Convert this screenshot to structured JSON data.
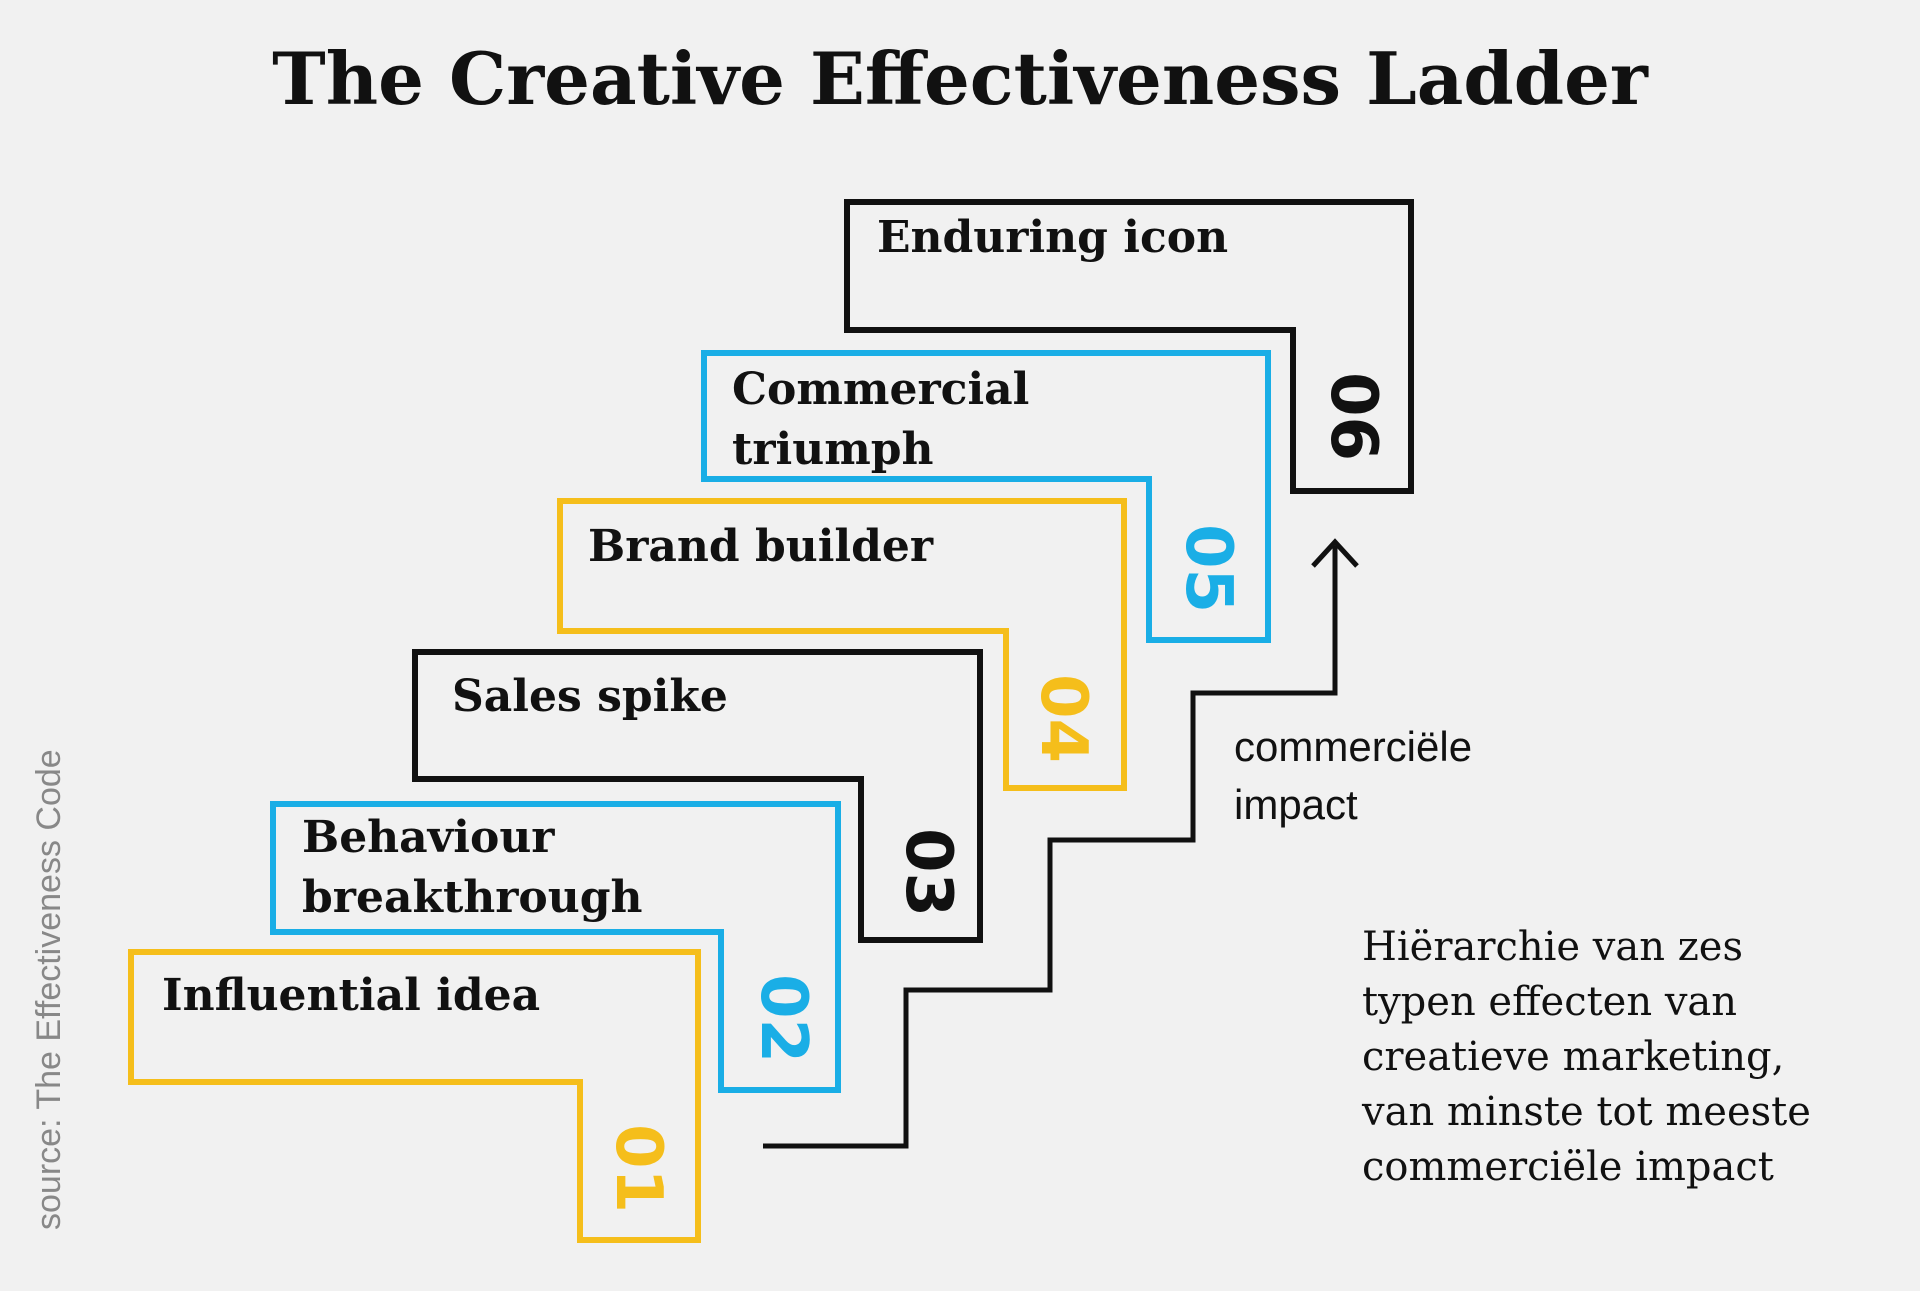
{
  "title": "The Creative Effectiveness Ladder",
  "colors": {
    "yellow": "#f5be1b",
    "blue": "#1aaee6",
    "black": "#111111",
    "background": "#f1f1f1"
  },
  "steps": [
    {
      "number": "01",
      "label": "Influential idea",
      "color": "yellow"
    },
    {
      "number": "02",
      "label": "Behaviour\nbreakthrough",
      "color": "blue"
    },
    {
      "number": "03",
      "label": "Sales spike",
      "color": "black"
    },
    {
      "number": "04",
      "label": "Brand builder",
      "color": "yellow"
    },
    {
      "number": "05",
      "label": "Commercial\ntriumph",
      "color": "blue"
    },
    {
      "number": "06",
      "label": "Enduring icon",
      "color": "black"
    }
  ],
  "impact_label": "commerciële\nimpact",
  "description": "Hiërarchie van zes\ntypen effecten van\ncreatieve marketing,\nvan minste tot meeste\ncommerciële impact",
  "source": "source: The Effectiveness Code"
}
